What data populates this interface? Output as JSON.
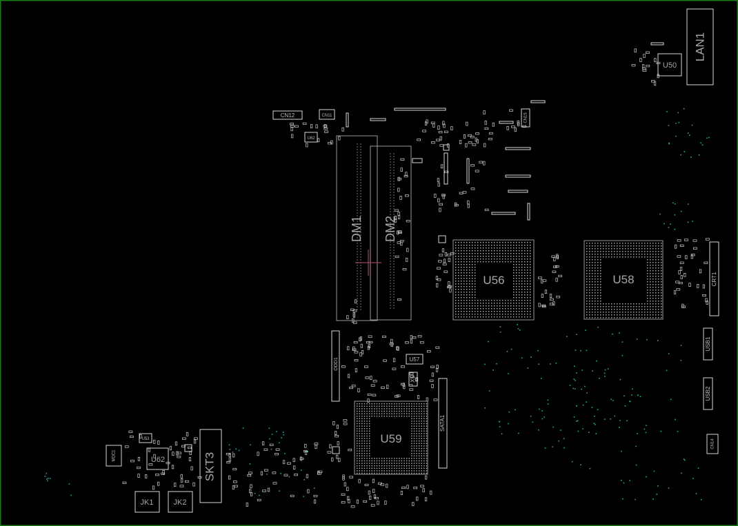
{
  "viewer": {
    "border_color": "#1a7a1a",
    "background": "#000000",
    "outline_color": "#d8d8d8",
    "via_color": "#2aa7a7",
    "cursor_color": "#c0506a"
  },
  "components": {
    "lan1": "LAN1",
    "u50": "U50",
    "cn12": "CN12",
    "cn11": "CN11",
    "u62b": "U62",
    "cn15": "CN15",
    "dm1": "DM1",
    "dm2": "DM2",
    "u56": "U56",
    "u58": "U58",
    "crt1": "CRT1",
    "usb1": "USB1",
    "usb2": "USB2",
    "cn14": "CN14",
    "odd1": "ODD1",
    "u57": "U57",
    "x5": "X5",
    "sata1": "SATA1",
    "u59": "U59",
    "skt3": "SKT3",
    "u62": "U62",
    "u53": "U53",
    "mdc1": "MDC1",
    "jk1": "JK1",
    "jk2": "JK2"
  }
}
